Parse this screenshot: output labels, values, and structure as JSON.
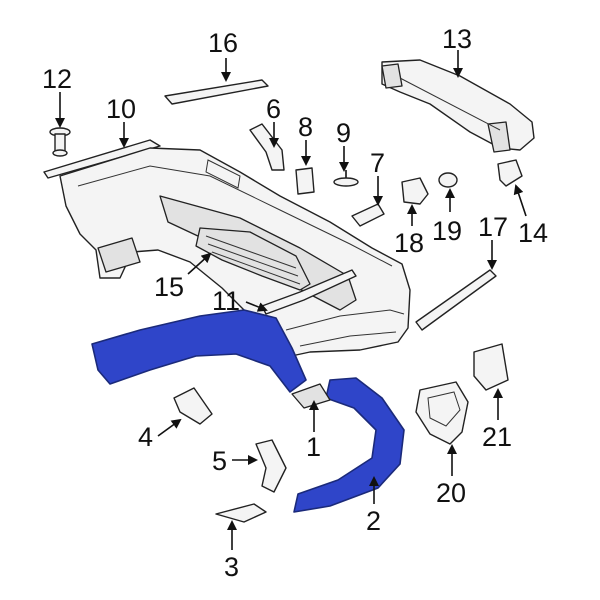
{
  "diagram": {
    "highlight_color": "#2f45c9",
    "callouts": {
      "c1": "1",
      "c2": "2",
      "c3": "3",
      "c4": "4",
      "c5": "5",
      "c6": "6",
      "c7": "7",
      "c8": "8",
      "c9": "9",
      "c10": "10",
      "c11": "11",
      "c12": "12",
      "c13": "13",
      "c14": "14",
      "c15": "15",
      "c16": "16",
      "c17": "17",
      "c18": "18",
      "c19": "19",
      "c20": "20",
      "c21": "21"
    }
  }
}
